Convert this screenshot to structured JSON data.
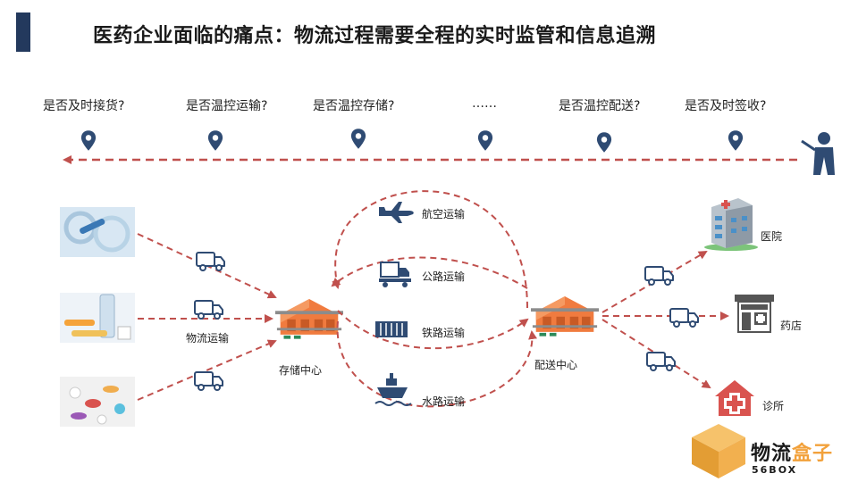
{
  "title": "医药企业面临的痛点：物流过程需要全程的实时监管和信息追溯",
  "questions": [
    "是否及时接货?",
    "是否温控运输?",
    "是否温控存储?",
    "……",
    "是否温控配送?",
    "是否及时签收?"
  ],
  "labels": {
    "logistics_transport": "物流运输",
    "storage_center": "存储中心",
    "distribution_center": "配送中心",
    "air": "航空运输",
    "road": "公路运输",
    "rail": "铁路运输",
    "water": "水路运输",
    "hospital": "医院",
    "pharmacy": "药店",
    "clinic": "诊所"
  },
  "logo": {
    "main": "物流",
    "highlight": "盒子",
    "sub": "56BOX"
  },
  "colors": {
    "arrow": "#c0504d",
    "accent": "#23395d",
    "pin": "#2f4b73",
    "warehouse": "#f07b3f"
  }
}
